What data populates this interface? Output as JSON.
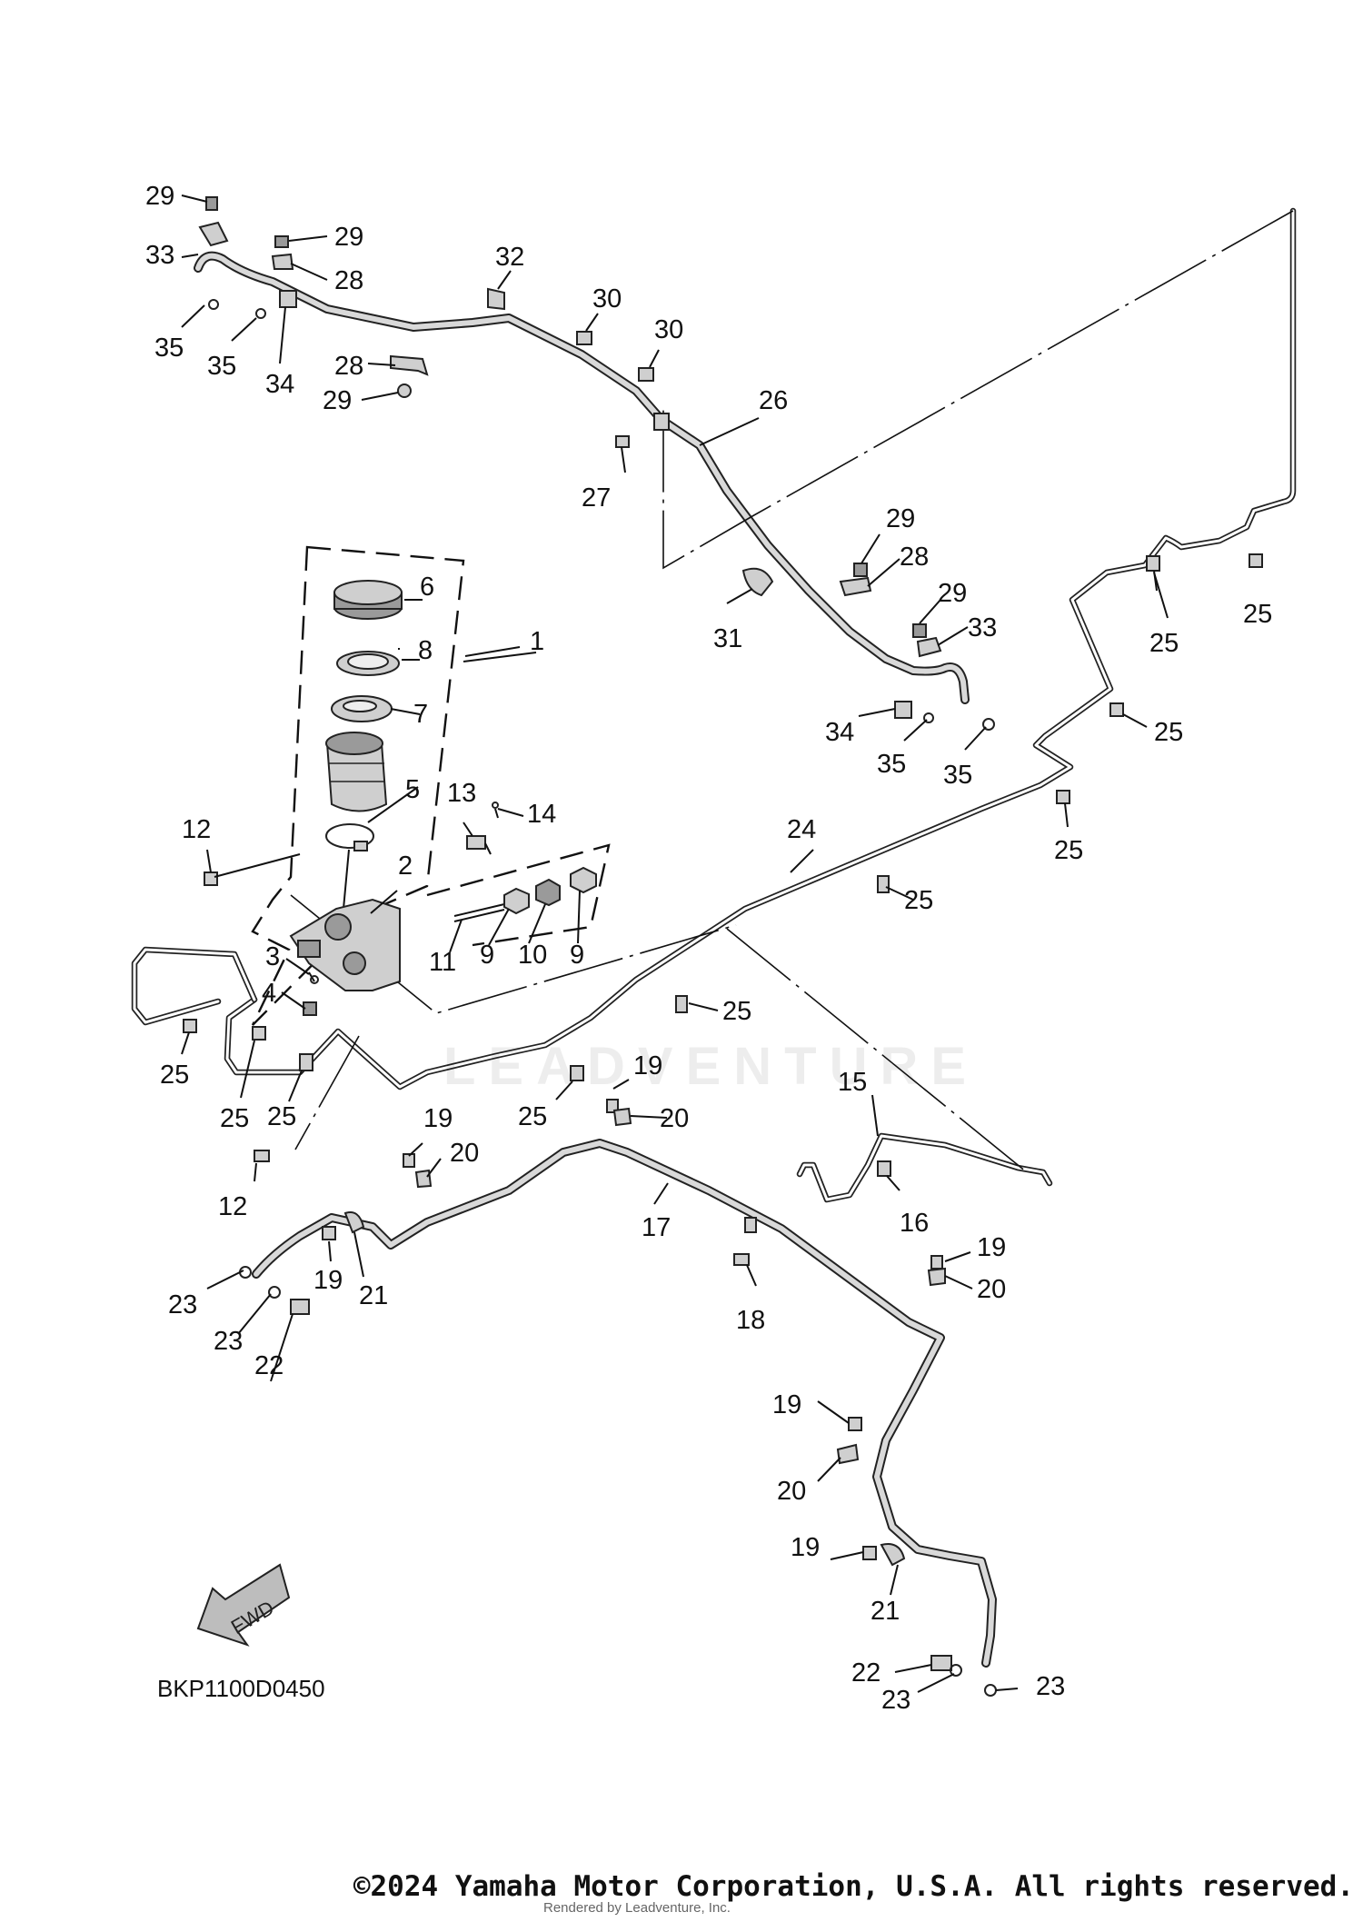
{
  "diagram_code": "BKP1100D0450",
  "copyright": "©2024 Yamaha Motor Corporation, U.S.A. All rights reserved.",
  "rendered_by": "Rendered by Leadventure, Inc.",
  "watermark": "LEADVENTURE",
  "fwd_label": "FWD",
  "callouts": [
    "29",
    "33",
    "35",
    "35",
    "34",
    "29",
    "28",
    "28",
    "29",
    "32",
    "30",
    "30",
    "26",
    "27",
    "31",
    "29",
    "28",
    "29",
    "33",
    "34",
    "35",
    "35",
    "25",
    "25",
    "25",
    "25",
    "6",
    "8",
    "7",
    "5",
    "1",
    "12",
    "13",
    "14",
    "2",
    "11",
    "9",
    "10",
    "9",
    "3",
    "4",
    "24",
    "25",
    "25",
    "25",
    "25",
    "25",
    "25",
    "15",
    "16",
    "17",
    "18",
    "19",
    "20",
    "19",
    "20",
    "19",
    "20",
    "12",
    "23",
    "23",
    "22",
    "19",
    "21",
    "19",
    "20",
    "19",
    "21",
    "22",
    "23",
    "23"
  ]
}
